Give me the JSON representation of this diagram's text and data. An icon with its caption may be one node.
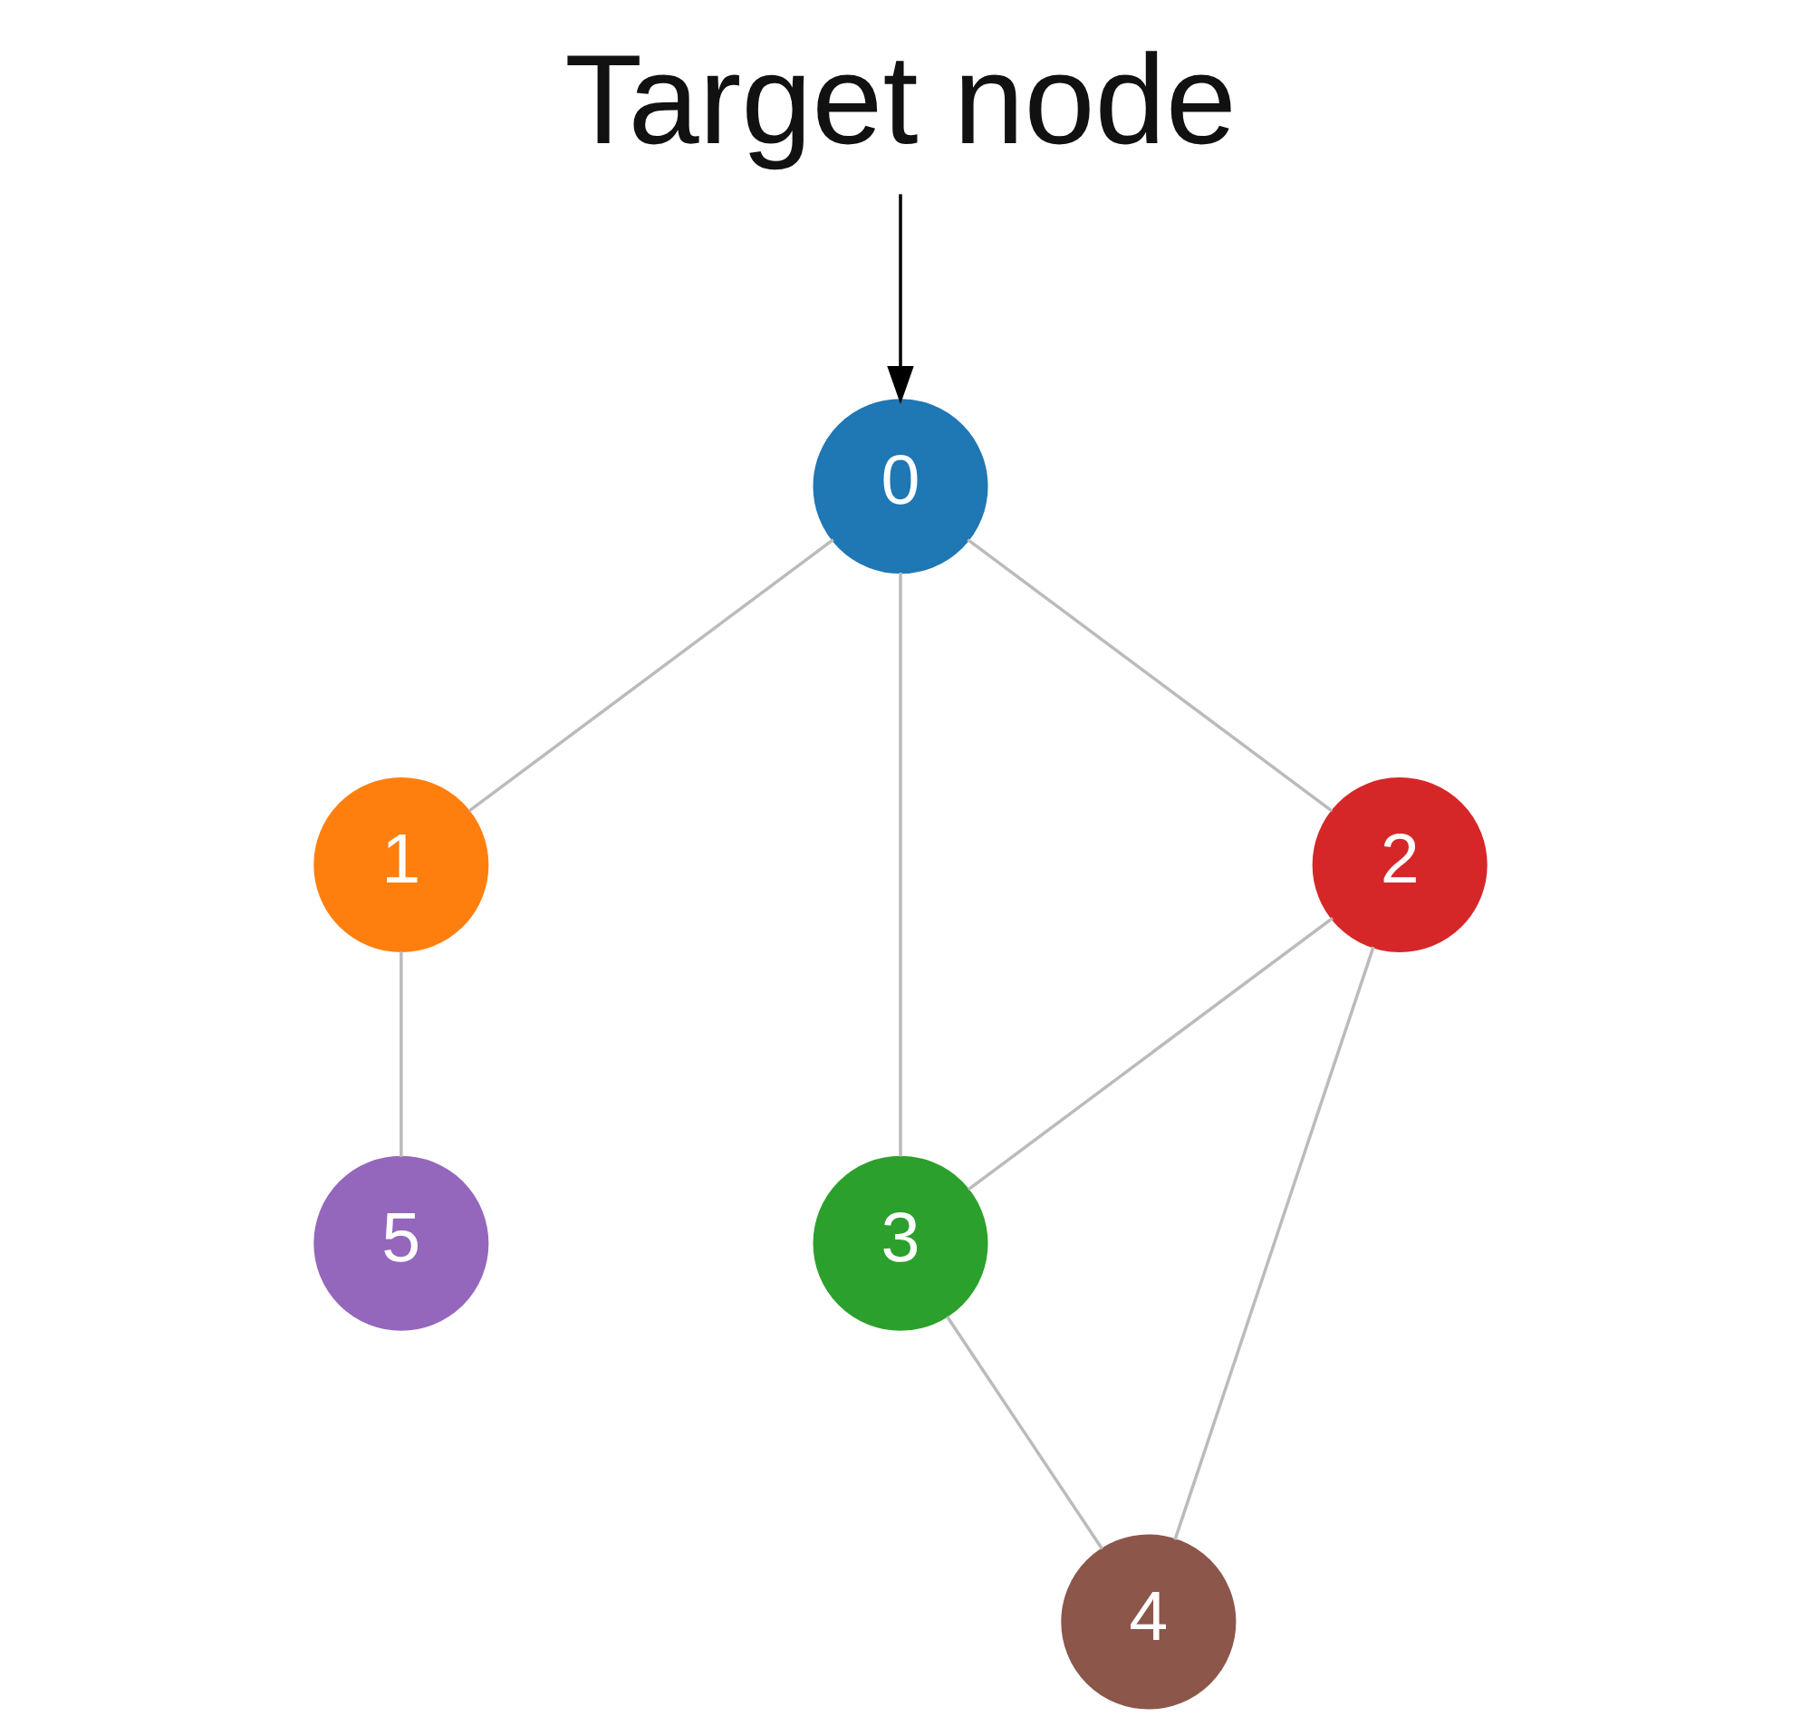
{
  "diagram": {
    "nodes": [
      {
        "text": [
          "Target node"
        ]
      },
      {
        "text": [
          "0"
        ]
      },
      {
        "text": [
          "1"
        ]
      },
      {
        "text": [
          "2"
        ]
      },
      {
        "text": [
          "3"
        ]
      },
      {
        "text": [
          "4"
        ]
      },
      {
        "text": [
          "5"
        ]
      }
    ],
    "edges": [
      {
        "from": 0,
        "to": 1,
        "arrow": "to",
        "color": "#000000"
      },
      {
        "from": 1,
        "to": 2,
        "arrow": "none"
      },
      {
        "from": 1,
        "to": 3,
        "arrow": "none"
      },
      {
        "from": 1,
        "to": 4,
        "arrow": "none"
      },
      {
        "from": 2,
        "to": 6,
        "arrow": "none"
      },
      {
        "from": 3,
        "to": 4,
        "arrow": "none"
      },
      {
        "from": 3,
        "to": 5,
        "arrow": "none"
      },
      {
        "from": 4,
        "to": 5,
        "arrow": "none"
      }
    ]
  }
}
